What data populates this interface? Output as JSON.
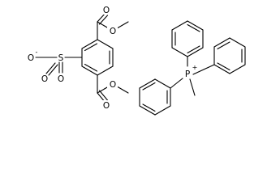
{
  "structure": {
    "anion": {
      "atoms": {
        "o_minus": "O",
        "o_minus_charge": "-",
        "sulfur": "S",
        "o_sulfonyl_1": "O",
        "o_sulfonyl_2": "O",
        "ester_top_carbonyl_o": "O",
        "ester_top_ether_o": "O",
        "ester_bottom_carbonyl_o": "O",
        "ester_bottom_ether_o": "O"
      }
    },
    "cation": {
      "atoms": {
        "phosphorus": "P",
        "phosphorus_charge": "+"
      }
    }
  }
}
